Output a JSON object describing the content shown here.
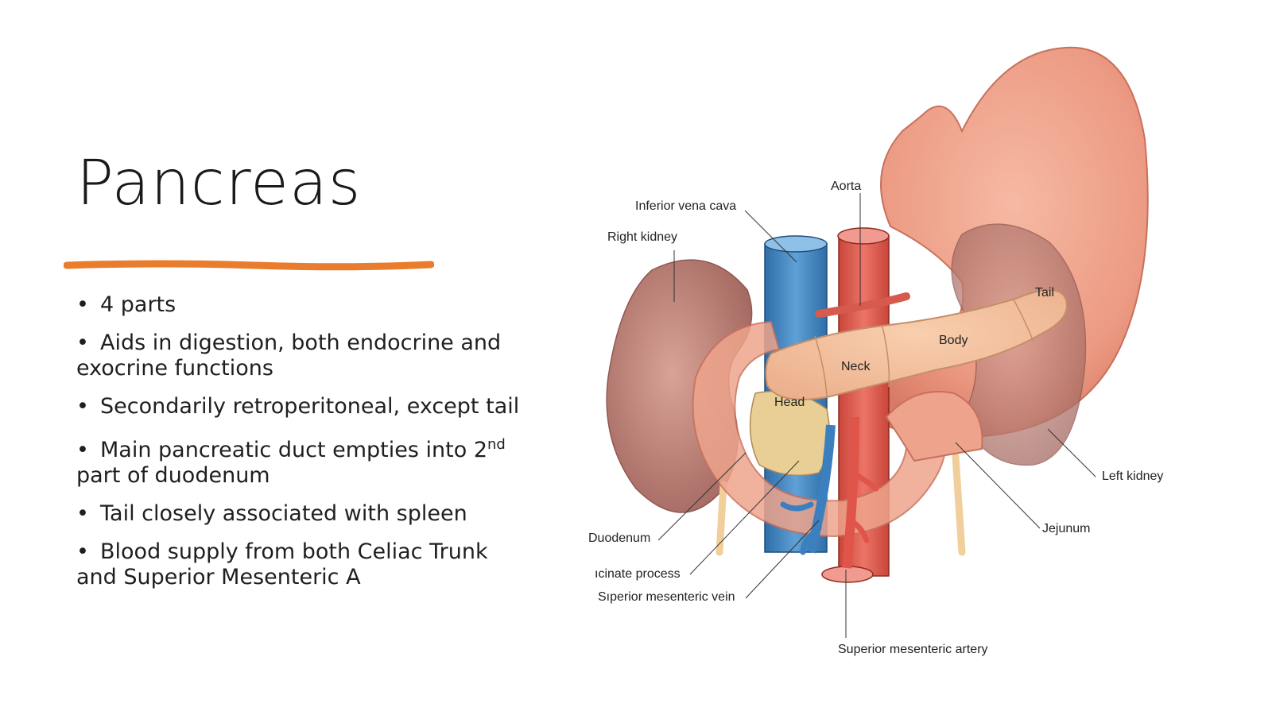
{
  "slide": {
    "title": "Pancreas",
    "accent_color": "#e97d2d",
    "bullets": [
      {
        "text": "4 parts"
      },
      {
        "text": "Aids in digestion, both endocrine and exocrine functions"
      },
      {
        "text": "Secondarily retroperitoneal, except tail"
      },
      {
        "pre": "Main pancreatic duct empties into 2",
        "sup": "nd",
        "post": " part of duodenum"
      },
      {
        "text": "Tail closely associated with spleen"
      },
      {
        "text": "Blood supply from both Celiac Trunk and Superior Mesenteric A"
      }
    ]
  },
  "figure": {
    "labels": {
      "aorta": "Aorta",
      "ivc": "Inferior vena cava",
      "right_kidney": "Right kidney",
      "tail": "Tail",
      "body": "Body",
      "neck": "Neck",
      "head": "Head",
      "left_kidney": "Left kidney",
      "jejunum": "Jejunum",
      "duodenum": "Duodenum",
      "uncinate": "ıcinate process",
      "smv": "Sıperior mesenteric vein",
      "sma": "Superior mesenteric artery"
    }
  }
}
